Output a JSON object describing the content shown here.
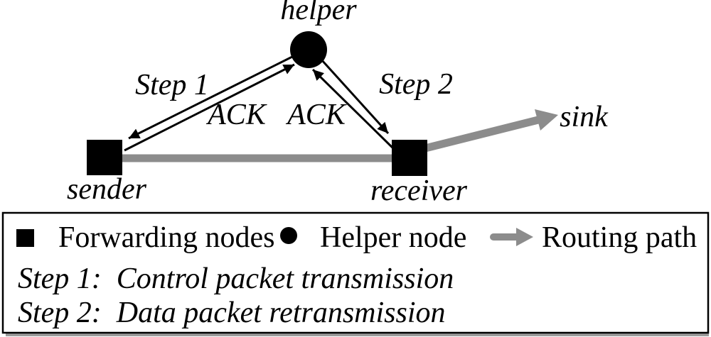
{
  "figure": {
    "background": "#ffffff",
    "ink_color": "#000000",
    "routing_path_color": "#8c8c8c"
  },
  "diagram": {
    "helper_label": "helper",
    "sender_label": "sender",
    "receiver_label": "receiver",
    "sink_label": "sink",
    "step1_label": "Step 1",
    "step2_label": "Step 2",
    "ack_left_label": "ACK",
    "ack_right_label": "ACK",
    "nodes": [
      {
        "id": "sender",
        "shape": "filled-square"
      },
      {
        "id": "receiver",
        "shape": "filled-square"
      },
      {
        "id": "helper",
        "shape": "filled-circle"
      }
    ]
  },
  "legend": {
    "items": [
      {
        "symbol": "filled-square-icon",
        "label": "Forwarding nodes"
      },
      {
        "symbol": "filled-circle-icon",
        "label": "Helper node"
      },
      {
        "symbol": "gray-arrow-icon",
        "label": "Routing path"
      }
    ],
    "notes": [
      {
        "label": "Step 1:  Control packet transmission"
      },
      {
        "label": "Step 2:  Data packet retransmission"
      }
    ]
  }
}
